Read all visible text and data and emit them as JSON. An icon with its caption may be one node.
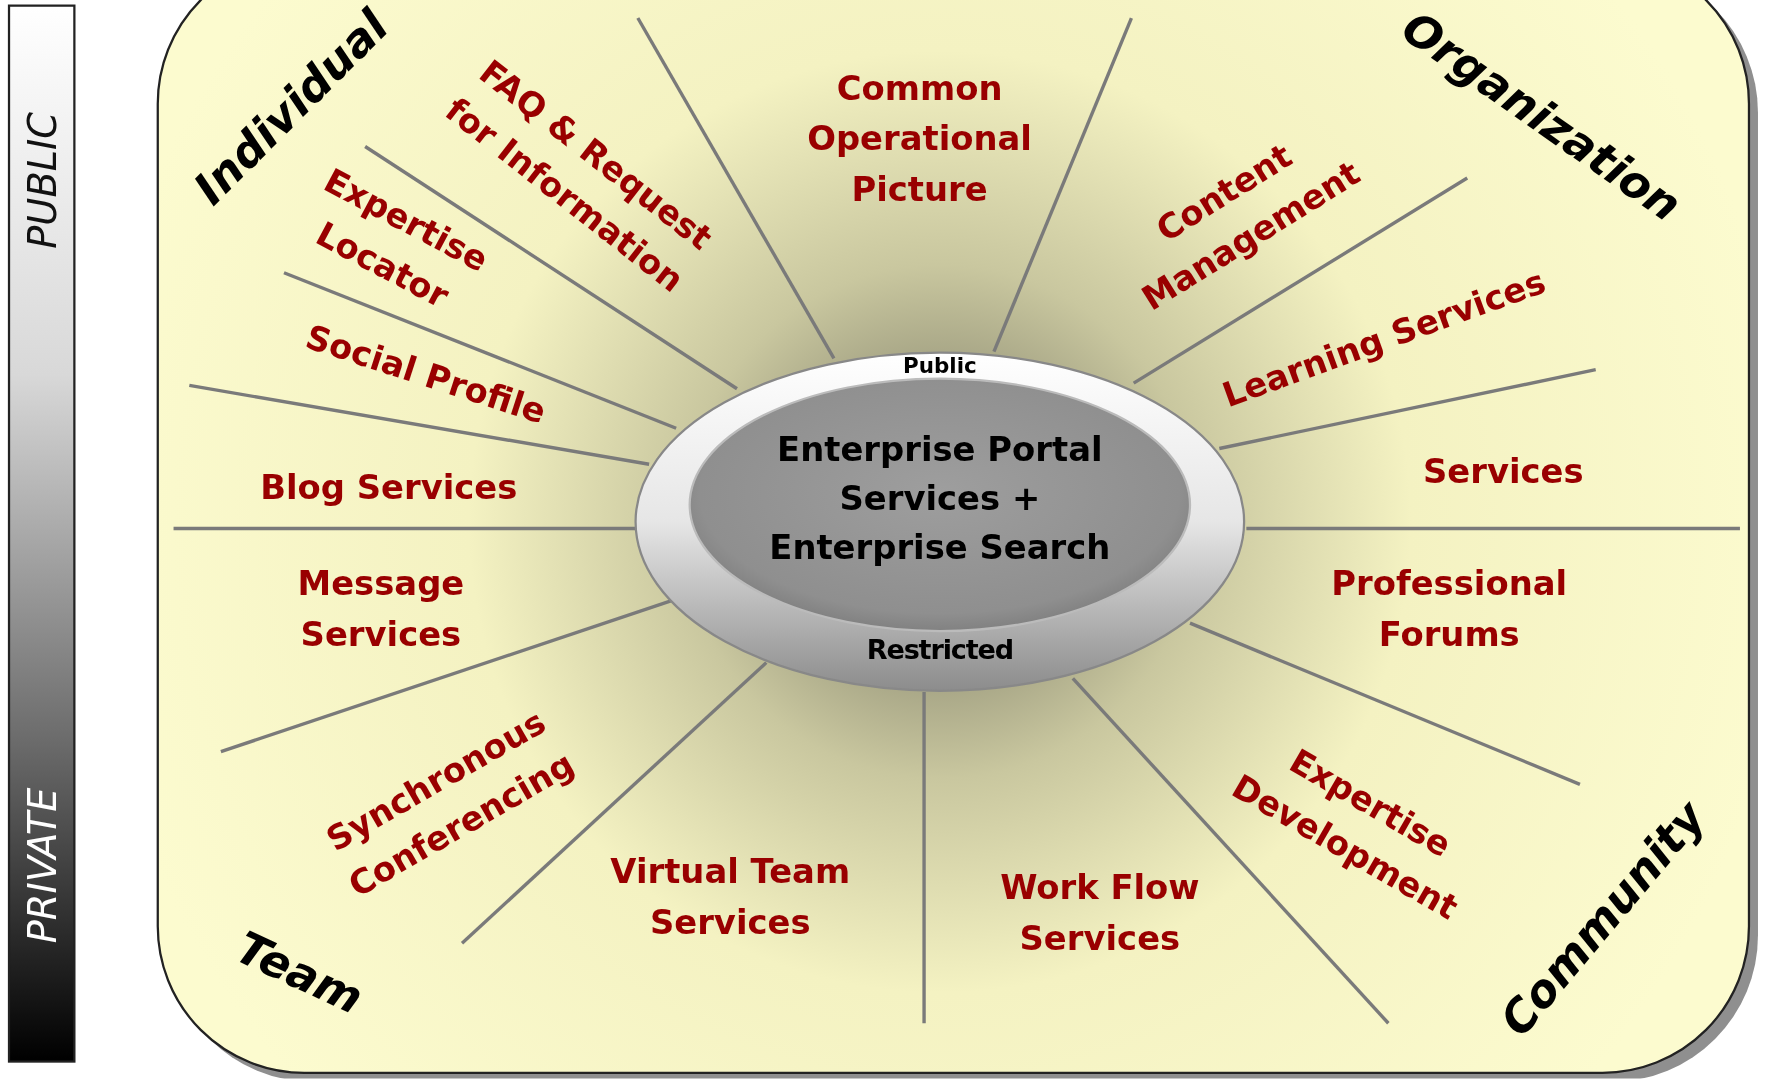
{
  "diagram": {
    "nodes": [
      {
        "text": [
          "Public",
          "Enterprise Portal Services + Enterprise Search",
          "Restricted"
        ]
      }
    ],
    "labels": [
      "PUBLIC",
      "Individual",
      "FAQ & Request for Information",
      "Common Operational Picture",
      "Content Management",
      "Organization",
      "Expertise Locator",
      "Social Profile",
      "Learning Services",
      "Services",
      "Blog Services",
      "Message Services",
      "Professional Forums",
      "Synchronous Conferencing",
      "Expertise Development",
      "Virtual Team Services",
      "Work Flow Services",
      "PRIVATE",
      "Team",
      "Community"
    ]
  }
}
